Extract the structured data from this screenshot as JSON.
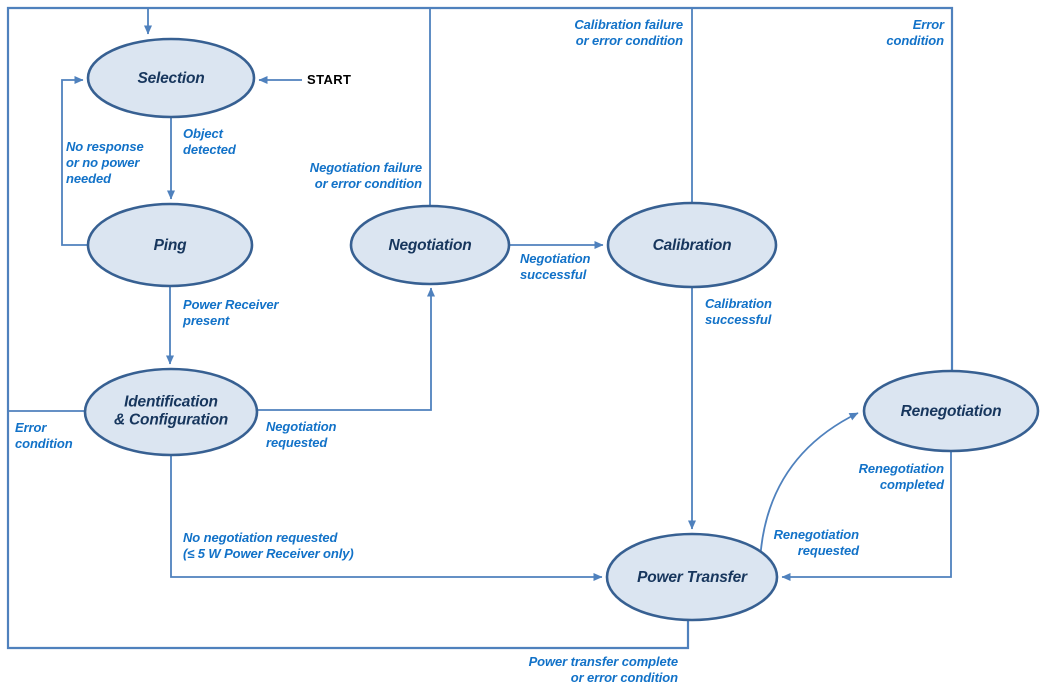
{
  "diagram": {
    "type": "state-machine",
    "start_label": "START",
    "states": [
      {
        "id": "selection",
        "label": "Selection"
      },
      {
        "id": "ping",
        "label": "Ping"
      },
      {
        "id": "identification-configuration",
        "label": "Identification\n& Configuration"
      },
      {
        "id": "negotiation",
        "label": "Negotiation"
      },
      {
        "id": "calibration",
        "label": "Calibration"
      },
      {
        "id": "power-transfer",
        "label": "Power Transfer"
      },
      {
        "id": "renegotiation",
        "label": "Renegotiation"
      }
    ],
    "transitions": [
      {
        "from": "start",
        "to": "selection",
        "label": ""
      },
      {
        "from": "selection",
        "to": "ping",
        "label": "Object\ndetected"
      },
      {
        "from": "ping",
        "to": "selection",
        "label": "No response\nor no power\nneeded"
      },
      {
        "from": "ping",
        "to": "identification-configuration",
        "label": "Power Receiver\npresent"
      },
      {
        "from": "identification-configuration",
        "to": "selection",
        "label": "Error\ncondition"
      },
      {
        "from": "identification-configuration",
        "to": "negotiation",
        "label": "Negotiation\nrequested"
      },
      {
        "from": "identification-configuration",
        "to": "power-transfer",
        "label": "No negotiation requested\n(≤ 5 W Power Receiver only)"
      },
      {
        "from": "negotiation",
        "to": "selection",
        "label": "Negotiation failure\nor error condition"
      },
      {
        "from": "negotiation",
        "to": "calibration",
        "label": "Negotiation\nsuccessful"
      },
      {
        "from": "calibration",
        "to": "selection",
        "label": "Calibration failure\nor error condition"
      },
      {
        "from": "calibration",
        "to": "power-transfer",
        "label": "Calibration\nsuccessful"
      },
      {
        "from": "power-transfer",
        "to": "selection",
        "label": "Power transfer complete\nor error condition"
      },
      {
        "from": "power-transfer",
        "to": "renegotiation",
        "label": "Renegotiation\nrequested"
      },
      {
        "from": "renegotiation",
        "to": "power-transfer",
        "label": "Renegotiation\ncompleted"
      },
      {
        "from": "renegotiation",
        "to": "selection",
        "label": "Error\ncondition"
      }
    ],
    "colors": {
      "background": "#ffffff",
      "line": "#4f81bd",
      "state_fill": "#dbe5f1",
      "state_border": "#376092",
      "state_text": "#17365d",
      "label_text": "#1272c8",
      "start_text": "#000000"
    }
  }
}
